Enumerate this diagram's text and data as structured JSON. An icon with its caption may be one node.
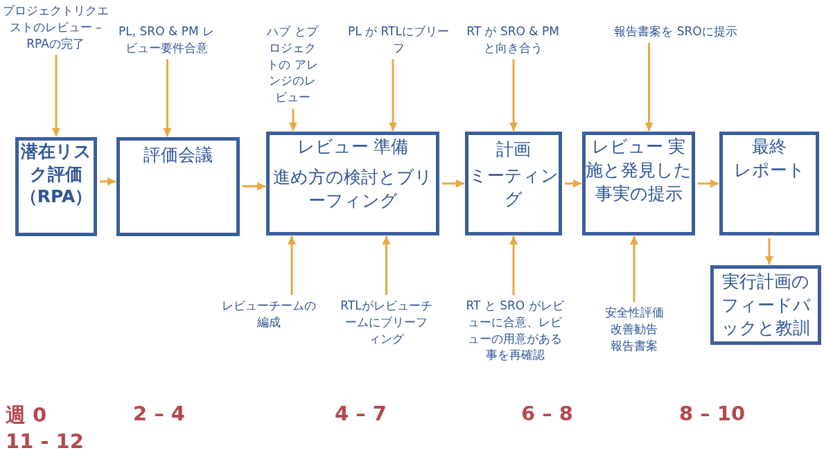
{
  "diagram": {
    "nodes": [
      {
        "text": [
          "潜在リスク評価（RPA）"
        ]
      },
      {
        "text": [
          "評価会議"
        ]
      },
      {
        "text": [
          "レビュー 準備",
          "進め方の検討とブリーフィング"
        ]
      },
      {
        "text": [
          "計画",
          "ミーティング"
        ]
      },
      {
        "text": [
          "レビュー 実施と発見した事実の提示"
        ]
      },
      {
        "text": [
          "最終",
          "レポート"
        ]
      },
      {
        "text": [
          "実行計画のフィードバックと教訓"
        ]
      },
      {
        "text": [
          "プロジェクトリクエストのレビュー – RPAの完了"
        ]
      },
      {
        "text": [
          "PL, SRO & PM レビュー要件合意"
        ]
      },
      {
        "text": [
          "ハブ とプロジェクトの アレンジのレビュー"
        ]
      },
      {
        "text": [
          "PL が RTLにブリーフ"
        ]
      },
      {
        "text": [
          "RT が SRO & PMと向き合う"
        ]
      },
      {
        "text": [
          "報告書案を SROに提示"
        ]
      },
      {
        "text": [
          "レビューチームの編成"
        ]
      },
      {
        "text": [
          "RTLがレビューチームにブリーフィング"
        ]
      },
      {
        "text": [
          "RT と SRO がレビューに合意、レビューの用意がある事を再確認"
        ]
      },
      {
        "text": [
          "安全性評価",
          "改善勧告",
          "報告書案"
        ]
      }
    ],
    "edges": [
      {
        "from": 0,
        "to": 1,
        "arrow": "to"
      },
      {
        "from": 1,
        "to": 2,
        "arrow": "to"
      },
      {
        "from": 2,
        "to": 3,
        "arrow": "to"
      },
      {
        "from": 3,
        "to": 4,
        "arrow": "to"
      },
      {
        "from": 4,
        "to": 5,
        "arrow": "to"
      },
      {
        "from": 5,
        "to": 6,
        "arrow": "to"
      },
      {
        "from": 7,
        "to": 0,
        "arrow": "to"
      },
      {
        "from": 8,
        "to": 1,
        "arrow": "to"
      },
      {
        "from": 9,
        "to": 2,
        "arrow": "to"
      },
      {
        "from": 10,
        "to": 2,
        "arrow": "to"
      },
      {
        "from": 11,
        "to": 3,
        "arrow": "to"
      },
      {
        "from": 12,
        "to": 4,
        "arrow": "to"
      },
      {
        "from": 13,
        "to": 2,
        "arrow": "to"
      },
      {
        "from": 14,
        "to": 2,
        "arrow": "to"
      },
      {
        "from": 15,
        "to": 3,
        "arrow": "to"
      },
      {
        "from": 16,
        "to": 4,
        "arrow": "to"
      }
    ],
    "labels": [
      "週 0",
      "2 – 4",
      "4 – 7",
      "6 – 8",
      "8 – 10",
      "11 - 12"
    ]
  }
}
